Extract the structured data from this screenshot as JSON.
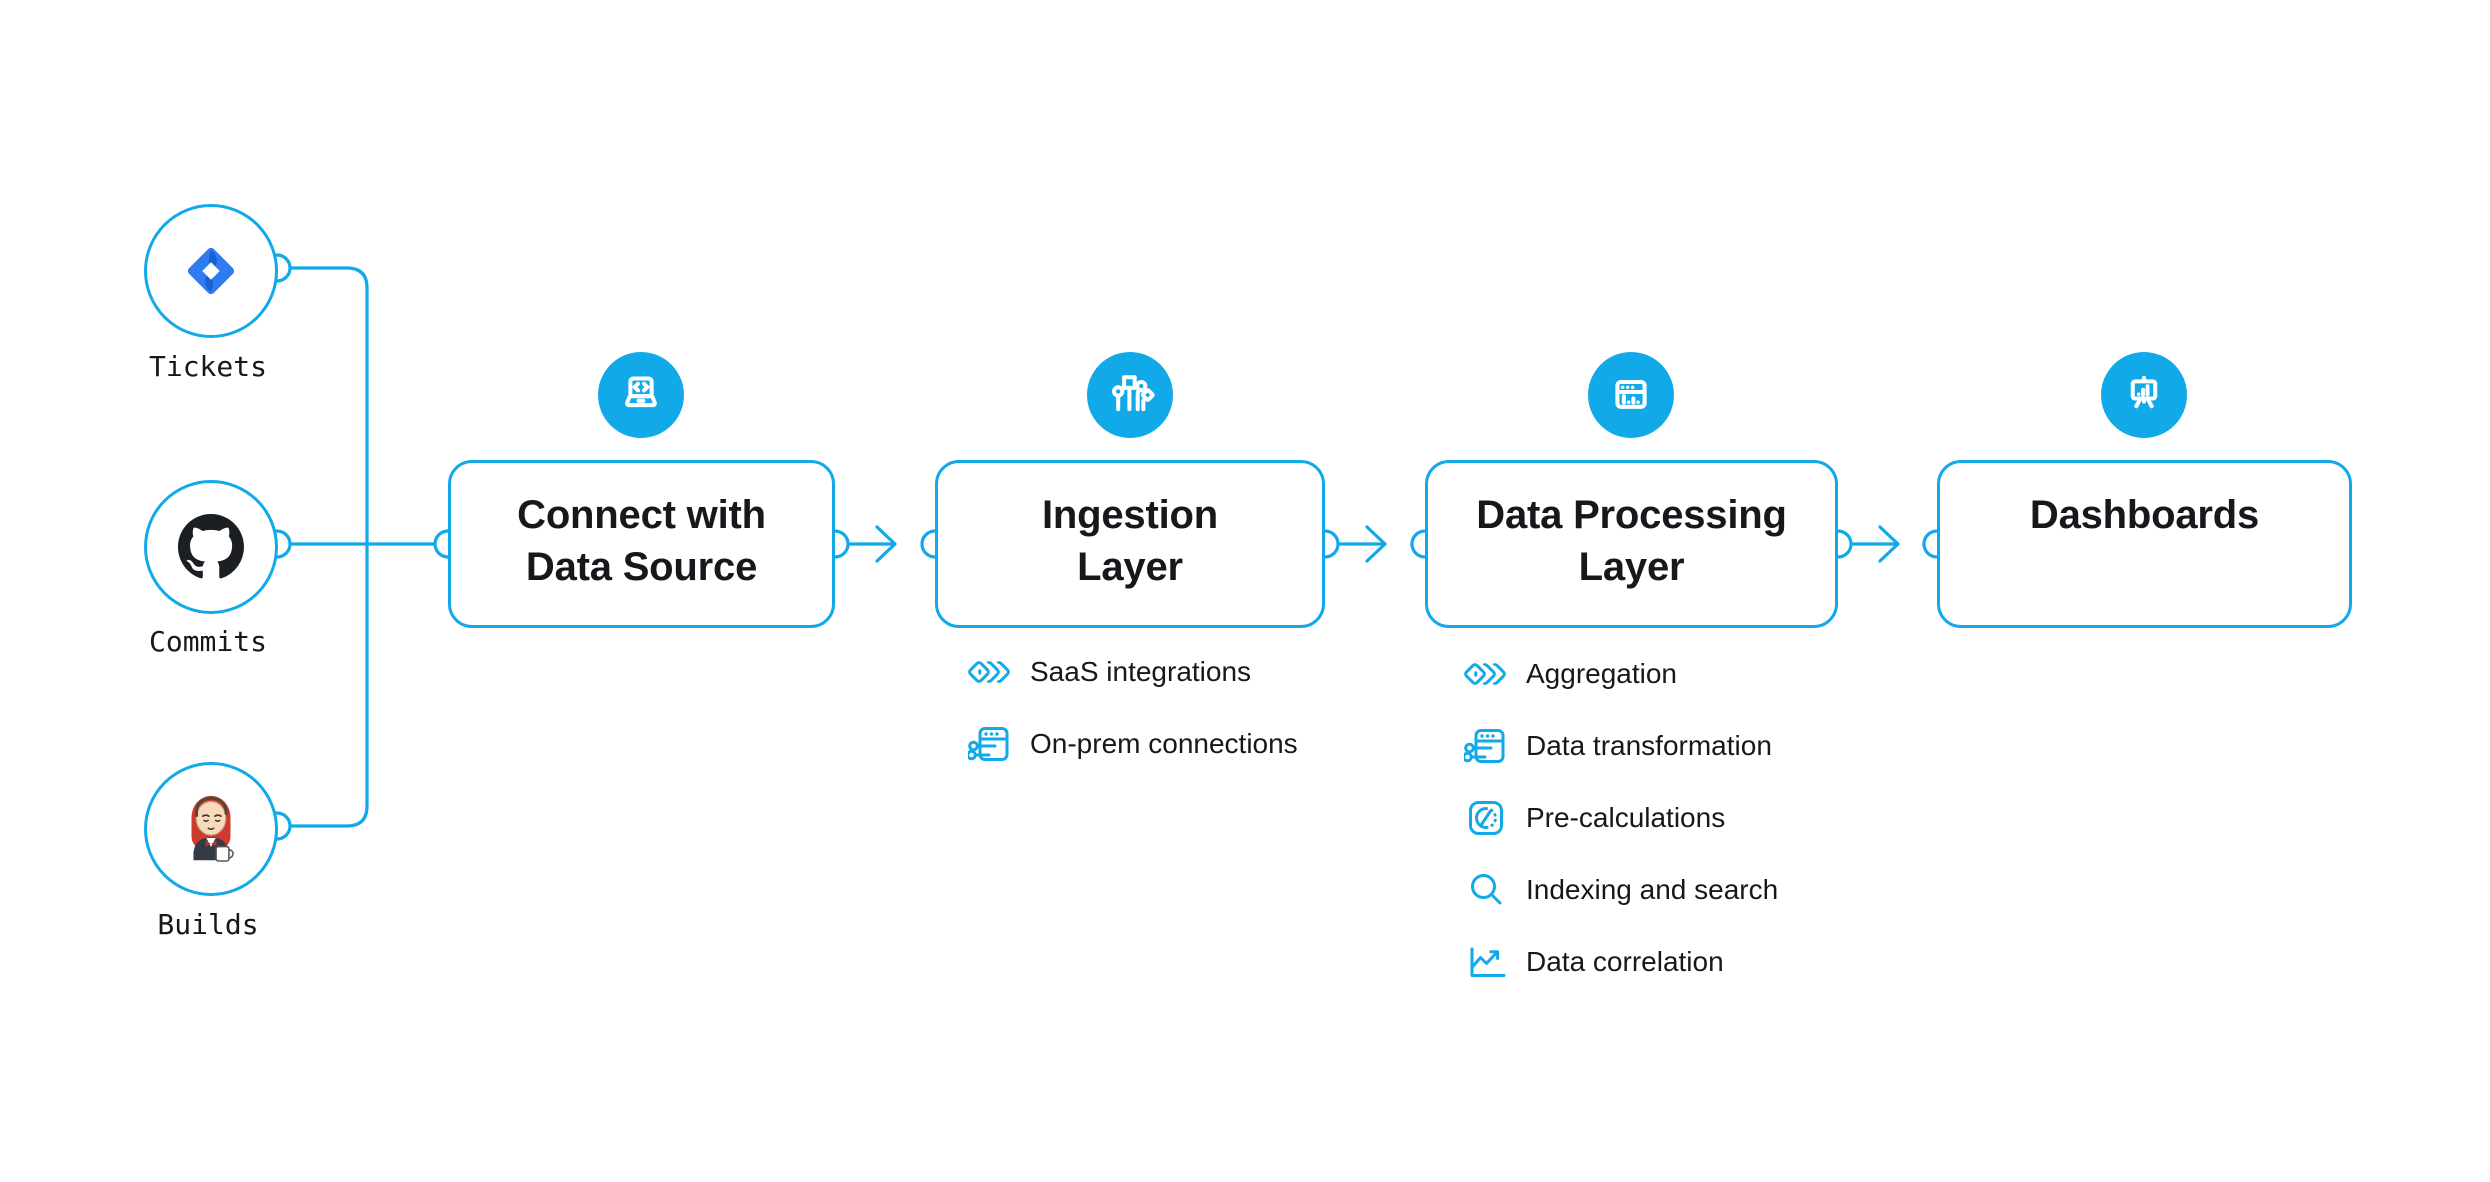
{
  "colors": {
    "accent": "#12A9E9",
    "ink": "#17181C",
    "jira": "#2E7CF0",
    "github": "#1B1F23"
  },
  "sources": [
    {
      "label": "Tickets",
      "icon": "jira-icon"
    },
    {
      "label": "Commits",
      "icon": "github-icon"
    },
    {
      "label": "Builds",
      "icon": "jenkins-icon"
    }
  ],
  "stages": [
    {
      "title_lines": [
        "Connect with",
        "Data Source"
      ],
      "icon": "laptop-code-icon",
      "items": []
    },
    {
      "title_lines": [
        "Ingestion",
        "Layer"
      ],
      "icon": "circuit-icon",
      "items": [
        {
          "icon": "diamonds-icon",
          "label": "SaaS integrations"
        },
        {
          "icon": "window-sliders-icon",
          "label": "On-prem connections"
        }
      ]
    },
    {
      "title_lines": [
        "Data Processing",
        "Layer"
      ],
      "icon": "window-chart-icon",
      "items": [
        {
          "icon": "diamonds-icon",
          "label": "Aggregation"
        },
        {
          "icon": "window-sliders-icon",
          "label": "Data transformation"
        },
        {
          "icon": "gauge-icon",
          "label": "Pre-calculations"
        },
        {
          "icon": "search-icon",
          "label": "Indexing and search"
        },
        {
          "icon": "trend-icon",
          "label": "Data correlation"
        }
      ]
    },
    {
      "title_lines": [
        "Dashboards"
      ],
      "icon": "presentation-icon",
      "items": []
    }
  ]
}
